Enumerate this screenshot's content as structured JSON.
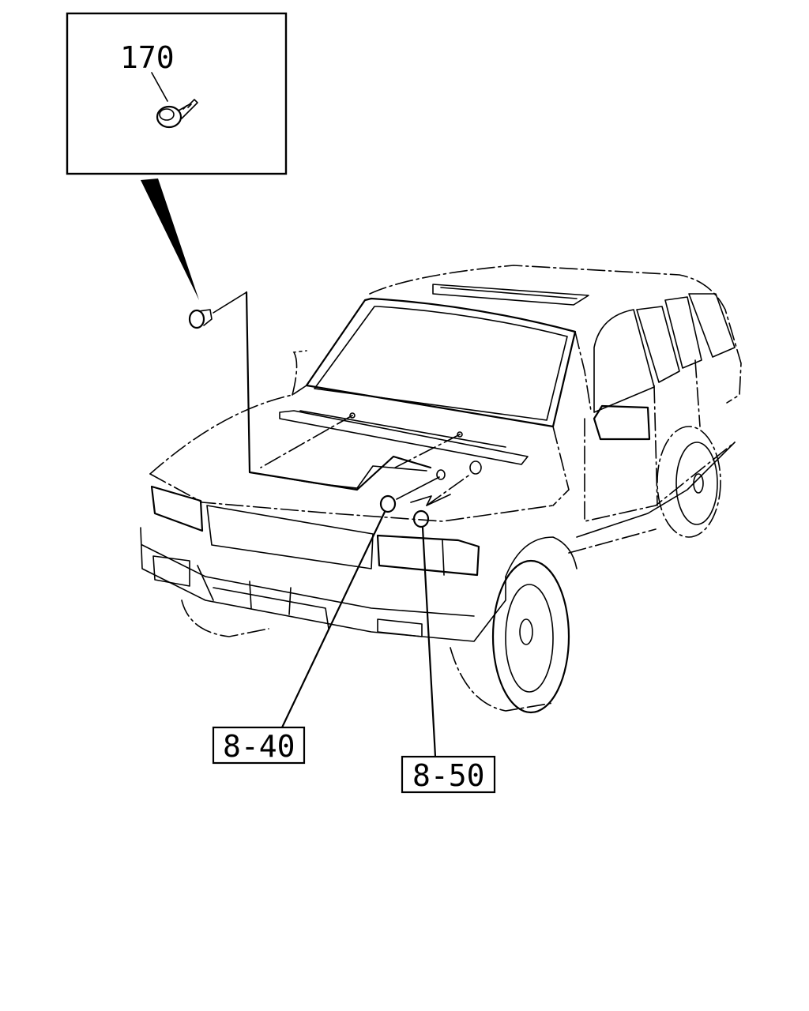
{
  "callouts": {
    "inset_part": "170",
    "ref_left": "8-40",
    "ref_right": "8-50"
  },
  "colors": {
    "line": "#000000",
    "background": "#ffffff"
  }
}
